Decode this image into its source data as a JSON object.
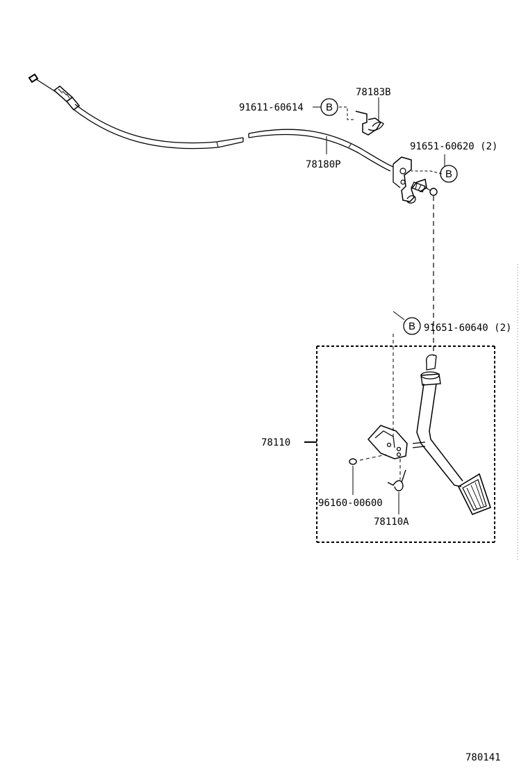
{
  "diagram": {
    "colors": {
      "line": "#000000",
      "background": "#ffffff"
    },
    "labels": {
      "part_78183b": "78183B",
      "part_91611_60614": "91611-60614",
      "part_91651_60620": "91651-60620 (2)",
      "part_78180p": "78180P",
      "part_91651_60640": "91651-60640 (2)",
      "part_78110": "78110",
      "part_96160_00600": "96160-00600",
      "part_78110a": "78110A",
      "figure_number": "780141"
    },
    "callout_letter": "B"
  }
}
